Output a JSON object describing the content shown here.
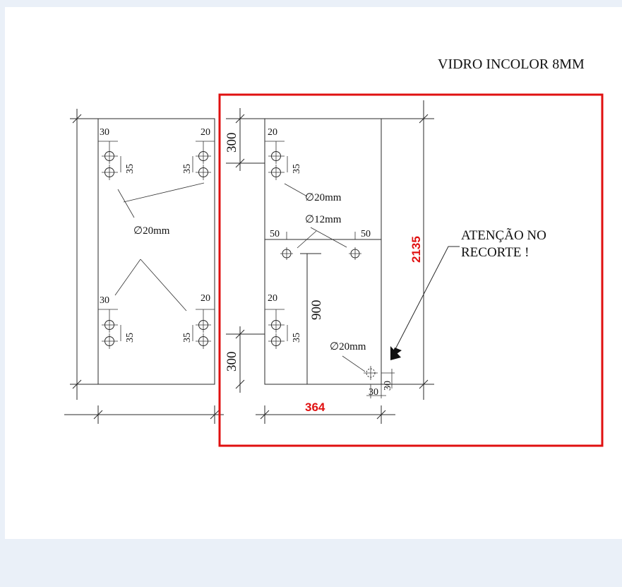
{
  "title": "VIDRO INCOLOR 8MM",
  "highlight_color": "#e01010",
  "warning": {
    "line1": "ATENÇÃO NO",
    "line2": "RECORTE !"
  },
  "dimensions": {
    "height_total": "2135",
    "width_total": "364",
    "hinge_offset": "300",
    "handle_height": "900",
    "edge_20": "20",
    "edge_30": "30",
    "spacing_35": "35",
    "edge_50": "50",
    "notch_30": "30"
  },
  "holes": {
    "d20": "∅20mm",
    "d12": "∅12mm"
  }
}
